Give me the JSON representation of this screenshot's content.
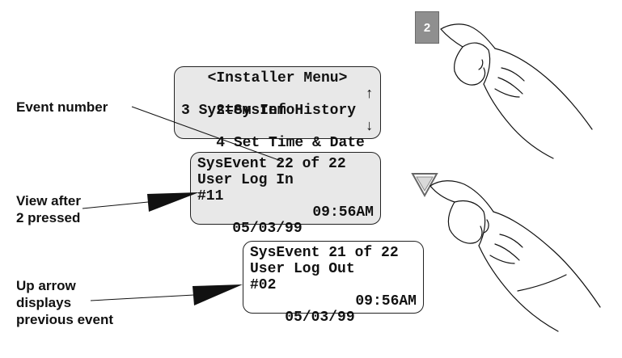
{
  "installer_menu": {
    "title": "<Installer Menu>",
    "item_1": "2=System History",
    "item_1_arrow": "↑",
    "item_2": "3 System Info",
    "item_3": "4 Set Time & Date",
    "item_3_arrow": "↓"
  },
  "display_current": {
    "line_1": "SysEvent 22 of 22",
    "line_2": "User Log In",
    "line_3": "#11",
    "date": "05/03/99",
    "time": "09:56AM"
  },
  "display_previous": {
    "line_1": "SysEvent 21 of 22",
    "line_2": "User Log Out",
    "line_3": "#02",
    "date": "05/03/99",
    "time": "09:56AM"
  },
  "callouts": {
    "event_number": "Event number",
    "view_after_line_1": "View after",
    "view_after_line_2": "2 pressed",
    "up_arrow_line_1": "Up arrow",
    "up_arrow_line_2": "displays",
    "up_arrow_line_3": "previous event"
  },
  "keys": {
    "number_key": "2"
  },
  "colors": {
    "lcd_background": "#e8e8e8",
    "key_gray": "#8f8f8f",
    "outline": "#222222"
  }
}
